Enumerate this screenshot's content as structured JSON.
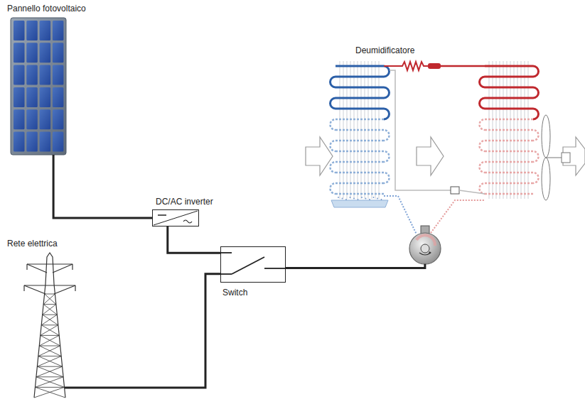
{
  "diagram": {
    "nodes": [
      {
        "text": [
          "Pannello fotovoltaico"
        ]
      },
      {
        "text": [
          "DC/AC inverter"
        ]
      },
      {
        "text": [
          "Rete elettrica"
        ]
      },
      {
        "text": [
          "Switch"
        ]
      },
      {
        "text": [
          "Deumidificatore"
        ]
      }
    ],
    "edges": [
      {
        "from": 0,
        "to": 1,
        "arrow": "none"
      },
      {
        "from": 1,
        "to": 3,
        "arrow": "none"
      },
      {
        "from": 2,
        "to": 3,
        "arrow": "none"
      },
      {
        "from": 3,
        "to": 4,
        "arrow": "none"
      }
    ]
  }
}
